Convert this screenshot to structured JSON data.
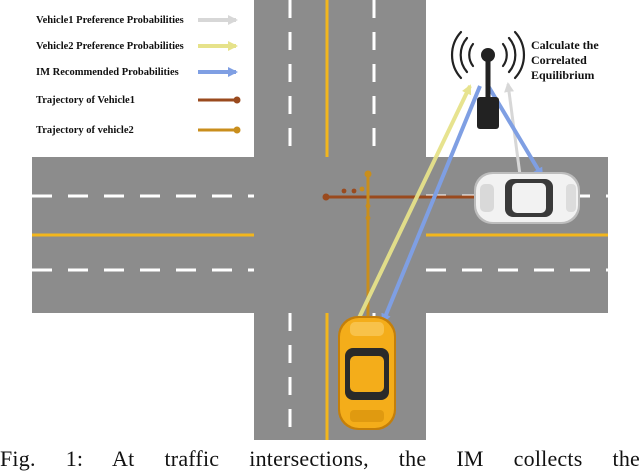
{
  "legend": {
    "items": [
      {
        "label": "Vehicle1 Preference Probabilities",
        "color": "#d7d7d7",
        "kind": "arrow"
      },
      {
        "label": "Vehicle2 Preference Probabilities",
        "color": "#e6e28a",
        "kind": "arrow"
      },
      {
        "label": "IM Recommended Probabilities",
        "color": "#7f9fe3",
        "kind": "arrow"
      },
      {
        "label": "Trajectory of Vehicle1",
        "color": "#9a4a1e",
        "kind": "trajectory"
      },
      {
        "label": "Trajectory of vehicle2",
        "color": "#c98e1c",
        "kind": "trajectory"
      }
    ]
  },
  "im": {
    "label_lines": [
      "Calculate the",
      "Correlated",
      "Equilibrium"
    ]
  },
  "road": {
    "asphalt_color": "#8c8c8c",
    "center_line_color": "#f2b61c",
    "lane_dash_color": "#ffffff"
  },
  "vehicles": {
    "vehicle1_color": "#f2f2f2",
    "vehicle2_color": "#f4ad1a"
  },
  "caption": {
    "text": "Fig.   1:   At   traffic   intersections,   the   IM   collects   the"
  }
}
